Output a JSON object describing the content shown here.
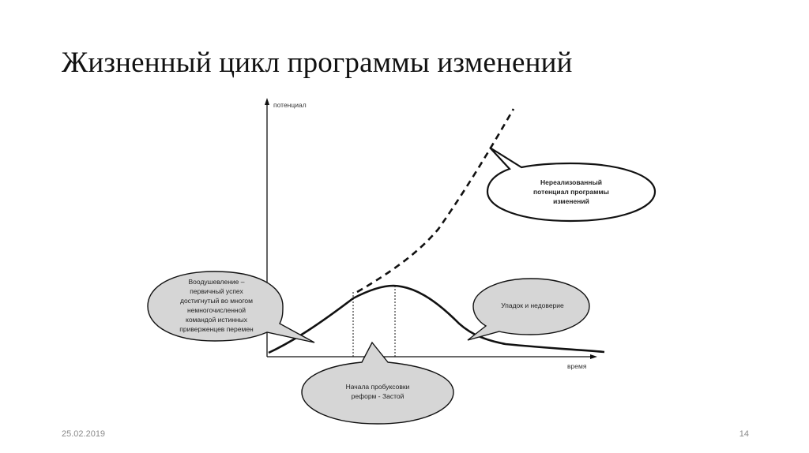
{
  "slide": {
    "title": "Жизненный цикл программы изменений",
    "date": "25.02.2019",
    "page_number": "14"
  },
  "diagram": {
    "y_axis_label": "потенциал",
    "x_axis_label": "время",
    "callouts": {
      "enthusiasm": [
        "Воодушевление –",
        "первичный успех",
        "достигнутый во многом",
        "немногочисленной",
        "командой истинных",
        "приверженцев перемен"
      ],
      "unrealized": [
        "Нереализованный",
        "потенциал программы",
        "изменений"
      ],
      "decline": [
        "Упадок и недоверие"
      ],
      "stagnation": [
        "Начала пробуксовки",
        "реформ - Застой"
      ]
    }
  },
  "colors": {
    "callout_fill": "#d6d6d6",
    "callout_fill_white": "#ffffff",
    "line": "#111111"
  }
}
